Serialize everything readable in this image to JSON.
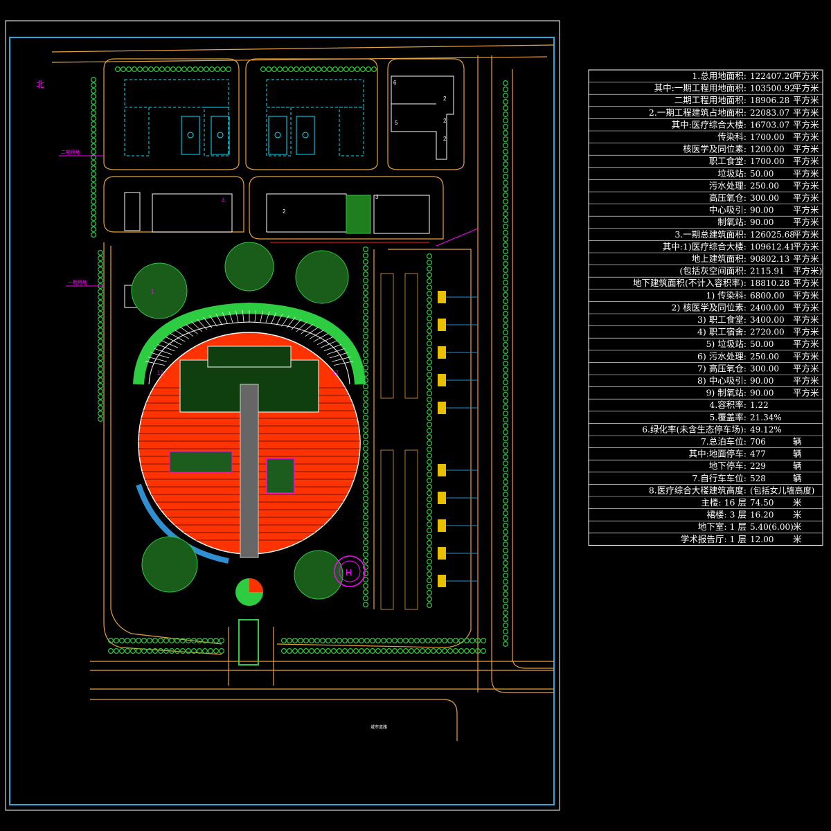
{
  "north_label": "北",
  "site_labels": {
    "phase2_land": "二期用地",
    "phase1_land": "一期用地",
    "road_name": "城市道路"
  },
  "building_numbers": {
    "b6": "6",
    "b5": "5",
    "b2a": "2",
    "b2b": "2",
    "b2c": "2",
    "b4": "4",
    "b2d": "2",
    "b3": "3",
    "b1": "1",
    "w17a": "17",
    "w17b": "17",
    "heli": "H"
  },
  "table": {
    "rows": [
      {
        "label": "1.总用地面积:",
        "value": "122407.20",
        "unit": "平方米"
      },
      {
        "label": "其中:一期工程用地面积:",
        "value": "103500.92",
        "unit": "平方米"
      },
      {
        "label": "二期工程用地面积:",
        "value": "18906.28",
        "unit": "平方米"
      },
      {
        "label": "2.一期工程建筑占地面积:",
        "value": "22083.07",
        "unit": "平方米"
      },
      {
        "label": "其中:医疗综合大楼:",
        "value": "16703.07",
        "unit": "平方米"
      },
      {
        "label": "传染科:",
        "value": "1700.00",
        "unit": "平方米"
      },
      {
        "label": "核医学及同位素:",
        "value": "1200.00",
        "unit": "平方米"
      },
      {
        "label": "职工食堂:",
        "value": "1700.00",
        "unit": "平方米"
      },
      {
        "label": "垃圾站:",
        "value": "50.00",
        "unit": "平方米"
      },
      {
        "label": "污水处理:",
        "value": "250.00",
        "unit": "平方米"
      },
      {
        "label": "高压氧仓:",
        "value": "300.00",
        "unit": "平方米"
      },
      {
        "label": "中心吸引:",
        "value": "90.00",
        "unit": "平方米"
      },
      {
        "label": "制氧站:",
        "value": "90.00",
        "unit": "平方米"
      },
      {
        "label": "3.一期总建筑面积:",
        "value": "126025.68",
        "unit": "平方米"
      },
      {
        "label": "其中:1)医疗综合大楼:",
        "value": "109612.41",
        "unit": "平方米"
      },
      {
        "label": "地上建筑面积:",
        "value": "90802.13",
        "unit": "平方米"
      },
      {
        "label": "(包括灰空间面积:",
        "value": "2115.91",
        "unit": "平方米)"
      },
      {
        "label": "地下建筑面积(不计入容积率):",
        "value": "18810.28",
        "unit": "平方米"
      },
      {
        "label": "1)    传染科:",
        "value": "6800.00",
        "unit": "平方米"
      },
      {
        "label": "2) 核医学及同位素:",
        "value": "2400.00",
        "unit": "平方米"
      },
      {
        "label": "3)    职工食堂:",
        "value": "3400.00",
        "unit": "平方米"
      },
      {
        "label": "4)    职工宿舍:",
        "value": "2720.00",
        "unit": "平方米"
      },
      {
        "label": "5)    垃圾站:",
        "value": "50.00",
        "unit": "平方米"
      },
      {
        "label": "6)    污水处理:",
        "value": "250.00",
        "unit": "平方米"
      },
      {
        "label": "7)    高压氧仓:",
        "value": "300.00",
        "unit": "平方米"
      },
      {
        "label": "8)    中心吸引:",
        "value": "90.00",
        "unit": "平方米"
      },
      {
        "label": "9)    制氧站:",
        "value": "90.00",
        "unit": "平方米"
      },
      {
        "label": "4.容积率:",
        "value": "1.22",
        "unit": ""
      },
      {
        "label": "5.覆盖率:",
        "value": "21.34%",
        "unit": ""
      },
      {
        "label": "6.绿化率(未含生态停车场):",
        "value": "49.12%",
        "unit": ""
      },
      {
        "label": "7.总泊车位:",
        "value": "706",
        "unit": "辆"
      },
      {
        "label": "其中:地面停车:",
        "value": "477",
        "unit": "辆"
      },
      {
        "label": "地下停车:",
        "value": "229",
        "unit": "辆"
      },
      {
        "label": "7.自行车车位:",
        "value": "528",
        "unit": "辆"
      },
      {
        "label": "8.医疗综合大楼建筑高度:",
        "value": "(包括女儿墙高度)",
        "unit": ""
      },
      {
        "label": "主楼:  16  层",
        "value": "74.50",
        "unit": "米"
      },
      {
        "label": "裙楼:   3  层",
        "value": "16.20",
        "unit": "米"
      },
      {
        "label": "地下室:  1  层",
        "value": "5.40(6.00)",
        "unit": "米"
      },
      {
        "label": "学术报告厅: 1  层",
        "value": "12.00",
        "unit": "米"
      }
    ]
  },
  "colors": {
    "background": "#000000",
    "frame": "#29a8e0",
    "road": "#e8a23a",
    "building": "#00e5ff",
    "parking": "#ff3300",
    "tree": "#2ecc40",
    "magenta": "#ff00ff",
    "white": "#ffffff"
  }
}
